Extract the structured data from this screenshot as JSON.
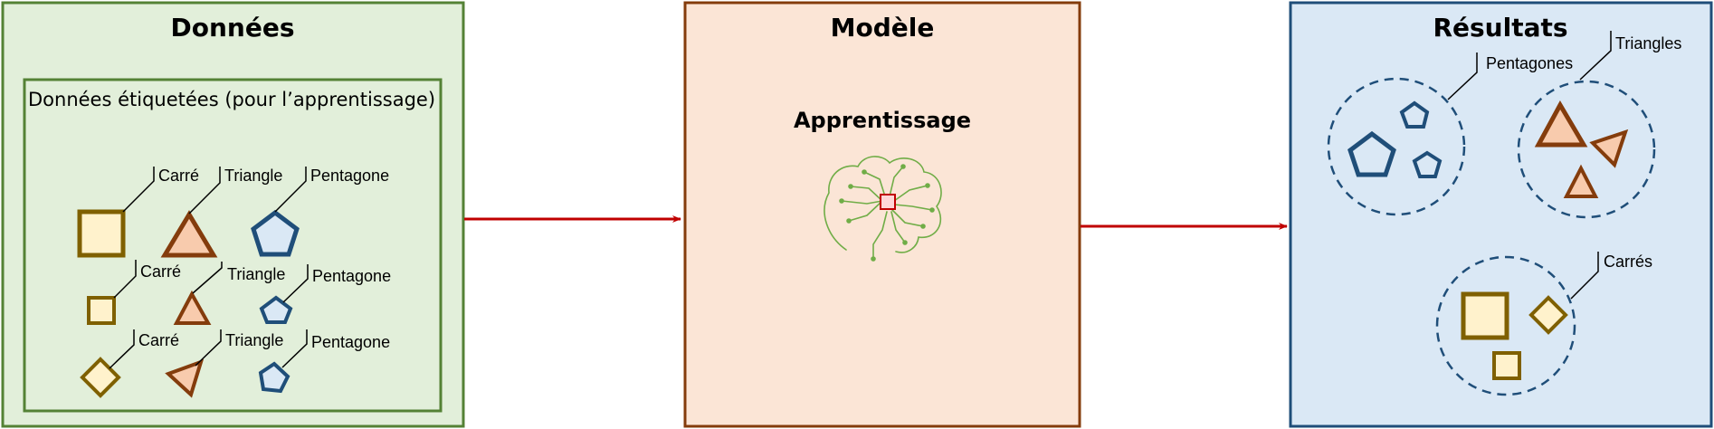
{
  "colors": {
    "data_panel_fill": "#e2efda",
    "data_panel_stroke": "#548235",
    "model_panel_fill": "#fbe5d6",
    "model_panel_stroke": "#843c0c",
    "results_panel_fill": "#dae8f5",
    "results_panel_stroke": "#1f4e79",
    "arrow": "#c00000",
    "square_fill": "#fff2cc",
    "square_stroke": "#7f6000",
    "triangle_fill": "#f8cbad",
    "triangle_stroke": "#843c0c",
    "pentagon_fill": "#dae8f5",
    "pentagon_stroke": "#1f4e79",
    "brain": "#70ad47",
    "chip": "#c00000"
  },
  "data_panel": {
    "title": "Données",
    "labeled_box": {
      "title": "Données étiquetées (pour l’apprentissage)",
      "labels": [
        "Carré",
        "Triangle",
        "Pentagone",
        "Carré",
        "Triangle",
        "Pentagone",
        "Carré",
        "Triangle",
        "Pentagone"
      ]
    }
  },
  "model_panel": {
    "title": "Modèle",
    "subtitle": "Apprentissage",
    "icon": "brain-circuit-icon"
  },
  "results_panel": {
    "title": "Résultats",
    "clusters": [
      {
        "label": "Pentagones",
        "shape": "pentagon"
      },
      {
        "label": "Triangles",
        "shape": "triangle"
      },
      {
        "label": "Carrés",
        "shape": "square"
      }
    ]
  }
}
